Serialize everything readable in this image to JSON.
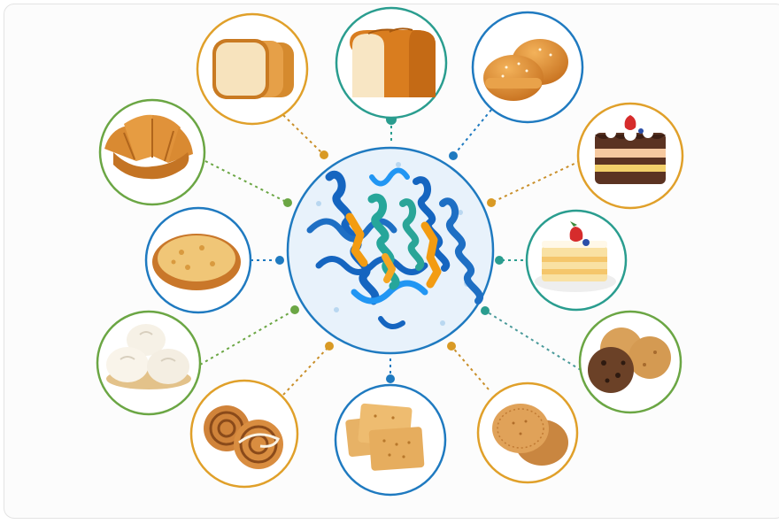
{
  "diagram": {
    "center": {
      "icon": "protein-ribbon-icon",
      "ring_color": "#1f7ac0",
      "fill_color": "#e8f2fb",
      "ribbon_colors": [
        "#1565c0",
        "#2196f3",
        "#26a69a",
        "#f39c12"
      ]
    },
    "satellites": [
      {
        "key": "sliced-bread",
        "icon": "sliced-bread-icon",
        "color": "#e0a02a"
      },
      {
        "key": "bread-loaf",
        "icon": "bread-loaf-icon",
        "color": "#2a9d8f"
      },
      {
        "key": "burger-buns",
        "icon": "burger-buns-icon",
        "color": "#1f7ac0"
      },
      {
        "key": "layer-cake",
        "icon": "layer-cake-icon",
        "color": "#e0a02a"
      },
      {
        "key": "cake-slice",
        "icon": "cake-slice-icon",
        "color": "#2a9d8f"
      },
      {
        "key": "chocolate-chip-cookies",
        "icon": "chocolate-chip-cookies-icon",
        "color": "#6ba644"
      },
      {
        "key": "round-biscuits",
        "icon": "round-biscuits-icon",
        "color": "#e0a02a"
      },
      {
        "key": "crackers",
        "icon": "crackers-icon",
        "color": "#1f7ac0"
      },
      {
        "key": "cinnamon-rolls",
        "icon": "cinnamon-rolls-icon",
        "color": "#e0a02a"
      },
      {
        "key": "steamed-buns",
        "icon": "steamed-buns-icon",
        "color": "#6ba644"
      },
      {
        "key": "pizza",
        "icon": "pizza-icon",
        "color": "#1f7ac0"
      },
      {
        "key": "croissant",
        "icon": "croissant-icon",
        "color": "#6ba644"
      }
    ]
  }
}
